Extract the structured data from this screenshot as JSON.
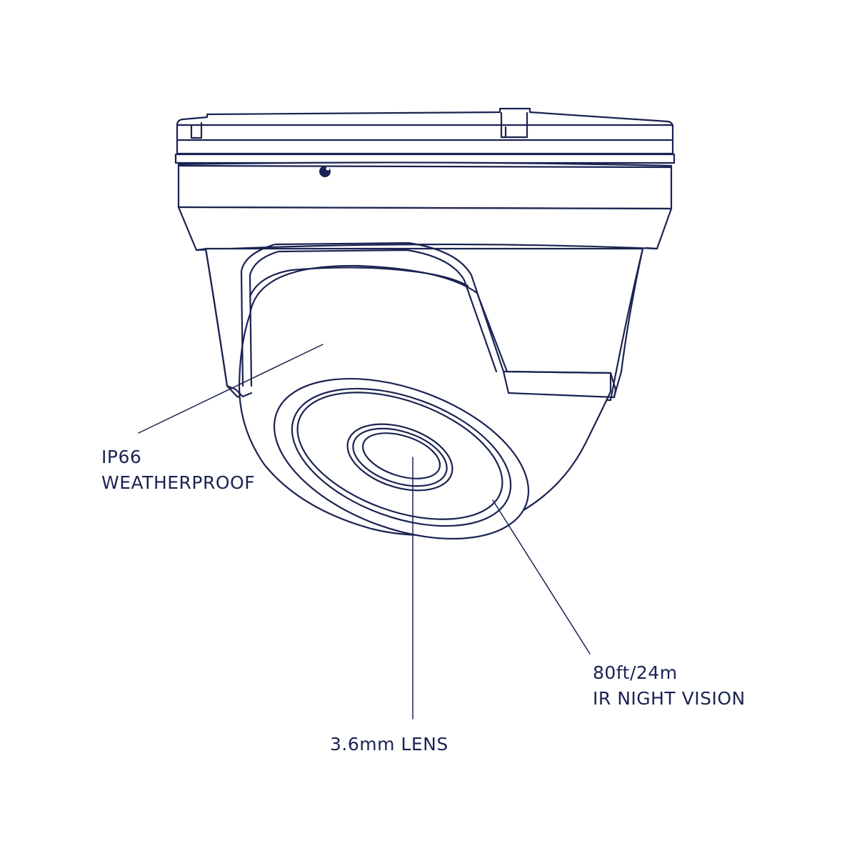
{
  "diagram": {
    "colors": {
      "stroke": "#1a2352",
      "background": "#ffffff",
      "text": "#1a2352"
    },
    "callouts": {
      "weatherproof": {
        "line1": "IP66",
        "line2": "WEATHERPROOF"
      },
      "ir_night_vision": {
        "line1": "80ft/24m",
        "line2": "IR NIGHT VISION"
      },
      "lens": {
        "line1": "3.6mm LENS"
      }
    }
  }
}
